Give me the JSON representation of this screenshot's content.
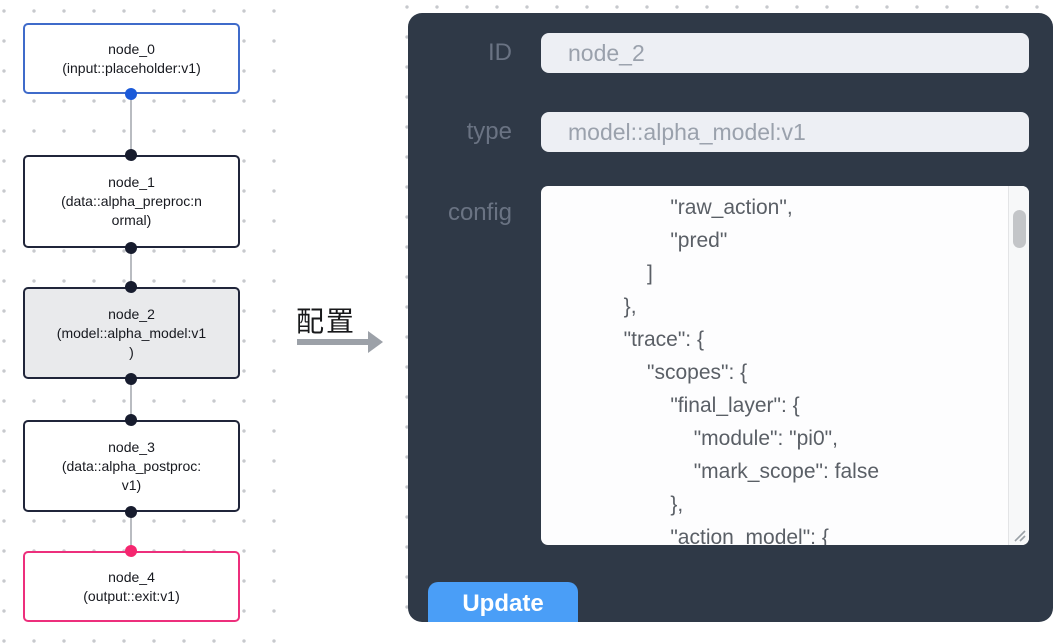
{
  "graph": {
    "nodes": [
      {
        "id": "node_0",
        "selected": false,
        "lines": [
          "node_0",
          "(input::placeholder:v1)"
        ]
      },
      {
        "id": "node_1",
        "selected": false,
        "lines": [
          "node_1",
          "(data::alpha_preproc:n",
          "ormal)"
        ]
      },
      {
        "id": "node_2",
        "selected": true,
        "lines": [
          "node_2",
          "(model::alpha_model:v1",
          ")"
        ]
      },
      {
        "id": "node_3",
        "selected": false,
        "lines": [
          "node_3",
          "(data::alpha_postproc:",
          "v1)"
        ]
      },
      {
        "id": "node_4",
        "selected": false,
        "lines": [
          "node_4",
          "(output::exit:v1)"
        ]
      }
    ]
  },
  "transform": {
    "label": "配置"
  },
  "panel": {
    "id_label": "ID",
    "id_value": "node_2",
    "type_label": "type",
    "type_value": "model::alpha_model:v1",
    "config_label": "config",
    "config_text": "                \"raw_action\",\n                \"pred\"\n            ]\n        },\n        \"trace\": {\n            \"scopes\": {\n                \"final_layer\": {\n                    \"module\": \"pi0\",\n                    \"mark_scope\": false\n                },\n                \"action_model\": {",
    "update_label": "Update"
  },
  "colors": {
    "panel_bg": "#2f3947",
    "input_bg": "#edeff4",
    "button_blue": "#4a9ef7",
    "node_default_border": "#20253a",
    "node_input_border": "#3f6bca",
    "node_output_border": "#ed2f7c",
    "port_blue": "#1b5ad9",
    "port_dark": "#171c2e",
    "port_pink": "#f5266f",
    "selected_node_bg": "#e9eaec"
  }
}
